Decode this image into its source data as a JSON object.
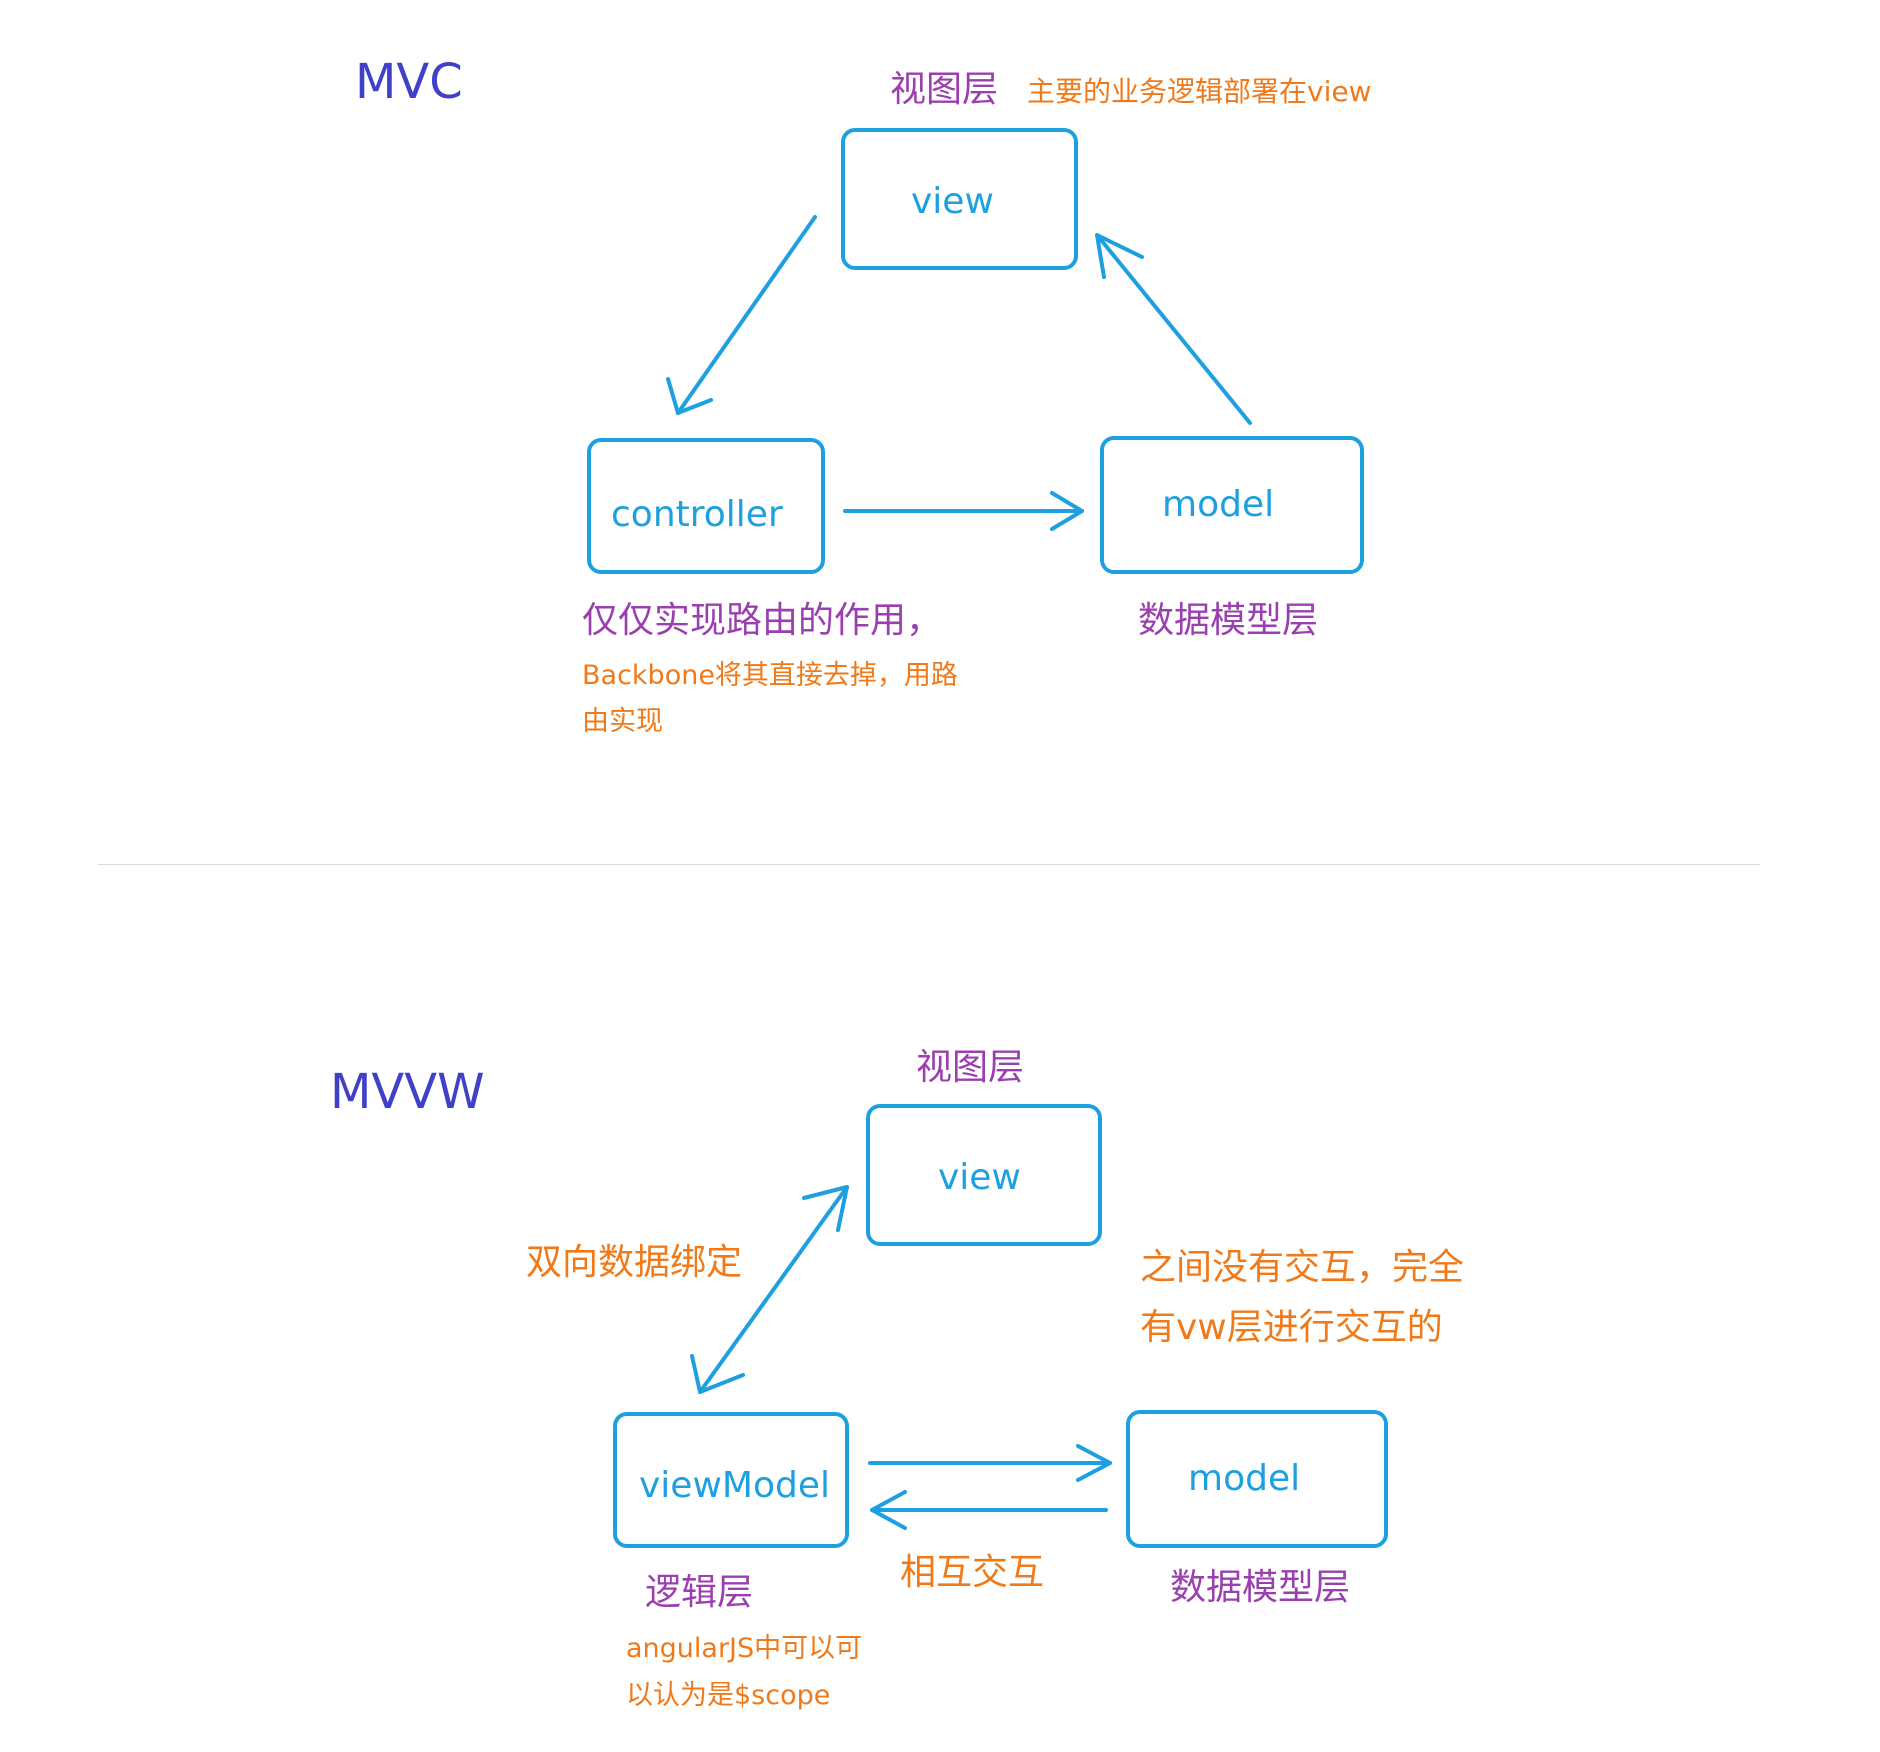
{
  "mvc": {
    "title": "MVC",
    "view": {
      "label": "view",
      "layer": "视图层",
      "note": "主要的业务逻辑部署在view"
    },
    "controller": {
      "label": "controller",
      "note_line1": "仅仅实现路由的作用，",
      "note_line2": "Backbone将其直接去掉，用路",
      "note_line3": "由实现"
    },
    "model": {
      "label": "model",
      "layer": "数据模型层"
    }
  },
  "mvvw": {
    "title": "MVVW",
    "view": {
      "label": "view",
      "layer": "视图层"
    },
    "binding_note": "双向数据绑定",
    "side_note_line1": "之间没有交互，完全",
    "side_note_line2": "有vw层进行交互的",
    "viewmodel": {
      "label": "viewModel",
      "layer": "逻辑层",
      "note_line1": "angularJS中可以可",
      "note_line2": "以认为是$scope"
    },
    "model": {
      "label": "model",
      "layer": "数据模型层"
    },
    "interaction_note": "相互交互"
  },
  "colors": {
    "title": "#4040c8",
    "node_border": "#1ea0e0",
    "layer_text": "#9b3fb0",
    "note_text": "#f07a1a"
  }
}
